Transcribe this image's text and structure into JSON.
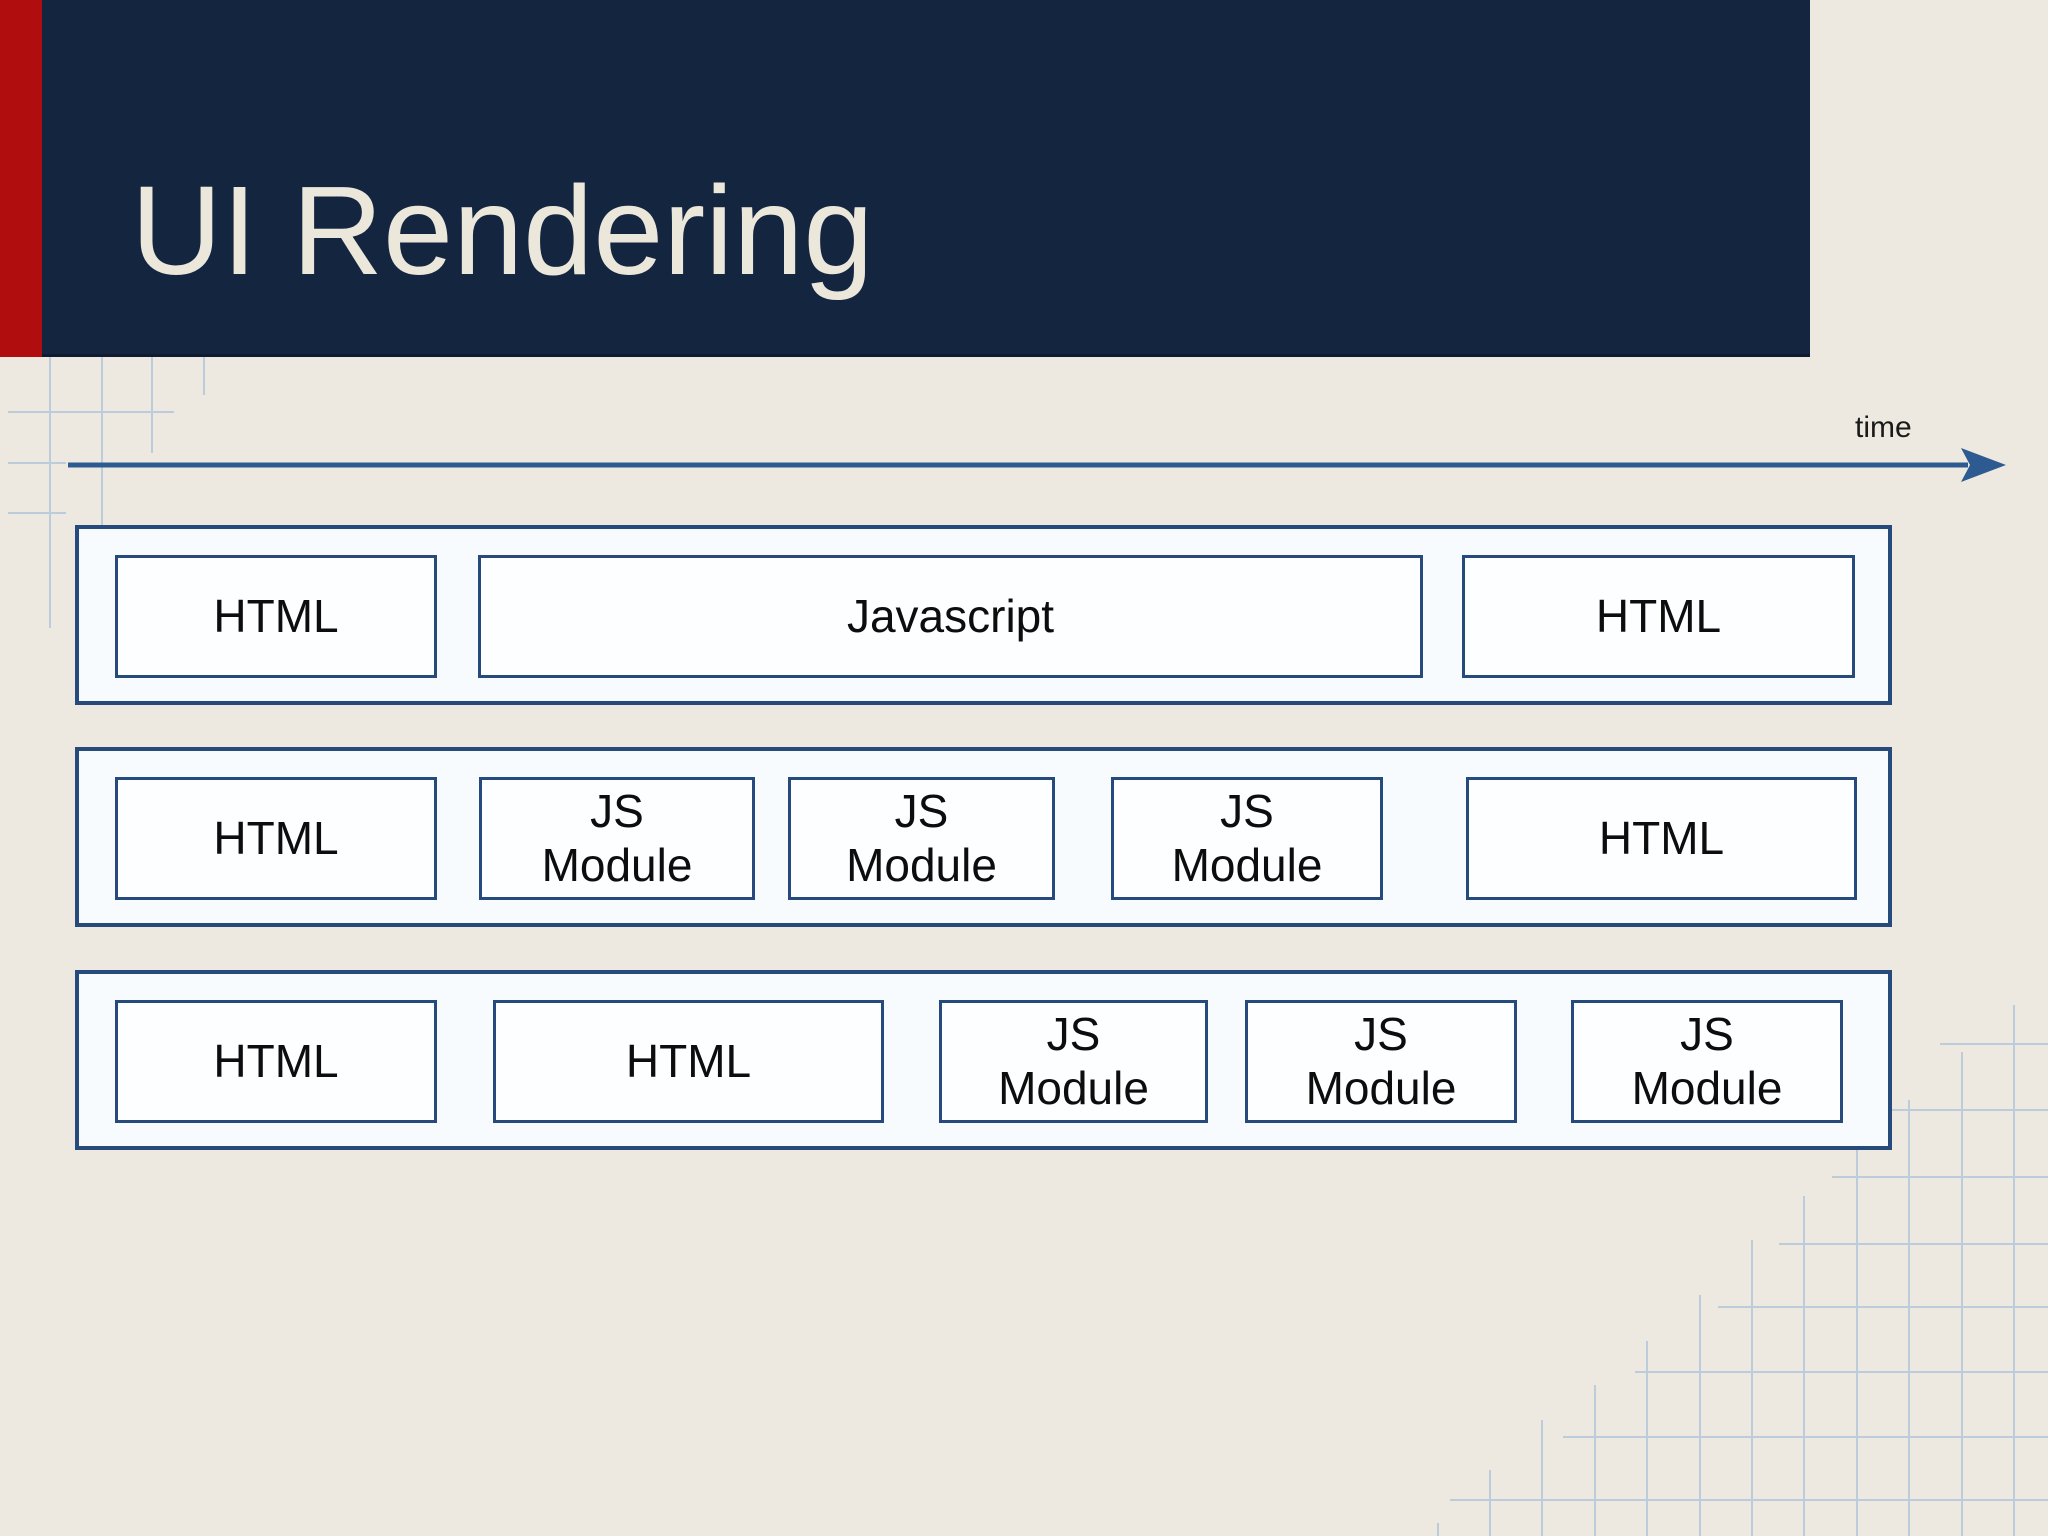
{
  "slide": {
    "title": "UI Rendering"
  },
  "timeline": {
    "label": "time"
  },
  "rows": [
    {
      "boxes": [
        {
          "label": "HTML"
        },
        {
          "label": "Javascript"
        },
        {
          "label": "HTML"
        }
      ]
    },
    {
      "boxes": [
        {
          "label": "HTML"
        },
        {
          "label": "JS\nModule"
        },
        {
          "label": "JS\nModule"
        },
        {
          "label": "JS\nModule"
        },
        {
          "label": "HTML"
        }
      ]
    },
    {
      "boxes": [
        {
          "label": "HTML"
        },
        {
          "label": "HTML"
        },
        {
          "label": "JS\nModule"
        },
        {
          "label": "JS\nModule"
        },
        {
          "label": "JS\nModule"
        }
      ]
    }
  ],
  "colors": {
    "background_beige": "#eee9e0",
    "header_navy": "#142540",
    "accent_red": "#b00d0f",
    "title_cream": "#ece7db",
    "box_border_blue": "#274a7c",
    "box_fill": "#fdfeff",
    "row_fill": "#f8fbfd",
    "arrow_blue": "#2d5a91",
    "grid_blue": "#b7c9db"
  }
}
